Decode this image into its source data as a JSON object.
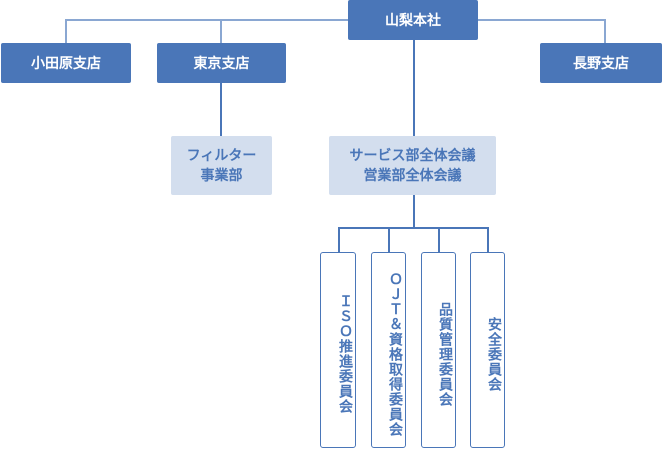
{
  "headquarters": "山梨本社",
  "branches": [
    "小田原支店",
    "東京支店",
    "長野支店"
  ],
  "tokyo_unit": [
    "フィルター",
    "事業部"
  ],
  "hq_meeting": [
    "サービス部全体会議",
    "営業部全体会議"
  ],
  "committees": [
    "ＩＳＯ推進委員会",
    "ＯＪＴ＆資格取得委員会",
    "品質管理委員会",
    "安全委員会"
  ],
  "colors": {
    "primary": "#4a76b8",
    "light": "#d3deee",
    "line": "#8aa7d2"
  }
}
